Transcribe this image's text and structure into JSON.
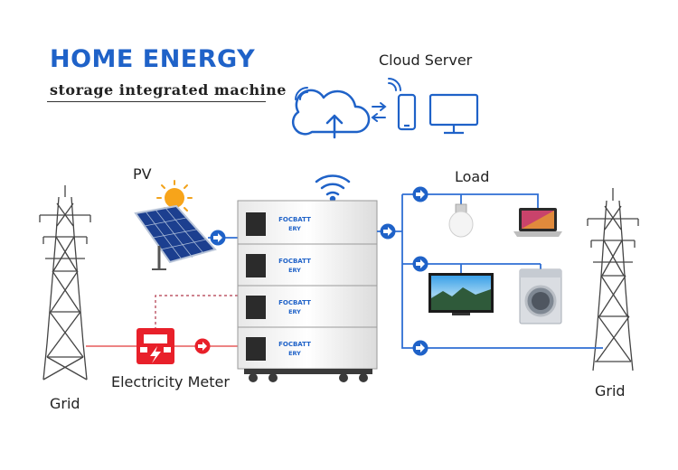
{
  "header": {
    "title": "HOME ENERGY",
    "subtitle": "storage integrated machine"
  },
  "labels": {
    "cloud_server": "Cloud Server",
    "pv": "PV",
    "load": "Load",
    "grid_left": "Grid",
    "grid_right": "Grid",
    "electricity_meter": "Electricity Meter"
  },
  "battery": {
    "brand": "FOCBATT",
    "model": "ERY"
  },
  "colors": {
    "accent_blue": "#1f62c8",
    "line_blue": "#2f6fd4",
    "grid_red": "#e23b3b",
    "meter_red": "#e8202a"
  }
}
